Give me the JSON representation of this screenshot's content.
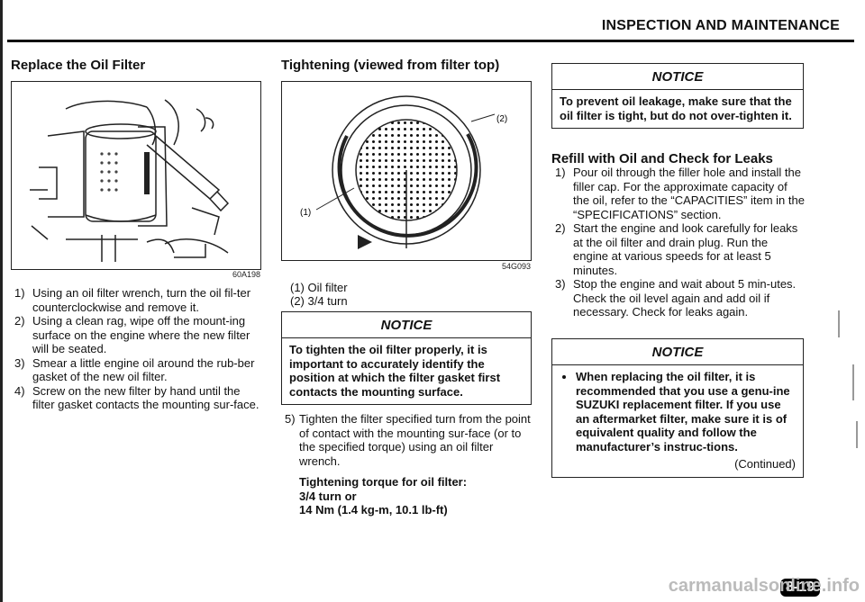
{
  "header": {
    "title": "INSPECTION AND MAINTENANCE"
  },
  "left_section": {
    "title": "Replace the Oil Filter",
    "figure_id": "60A198",
    "steps": [
      {
        "num": "1)",
        "text": "Using an oil filter wrench, turn the oil fil-ter counterclockwise and remove it."
      },
      {
        "num": "2)",
        "text": "Using a clean rag, wipe off the mount-ing surface on the engine where the new filter will be seated."
      },
      {
        "num": "3)",
        "text": "Smear a little engine oil around the rub-ber gasket of the new oil filter."
      },
      {
        "num": "4)",
        "text": "Screw on the new filter by hand until the filter gasket contacts the mounting sur-face."
      }
    ]
  },
  "middle_section": {
    "title": "Tightening (viewed from filter top)",
    "figure_id": "54G093",
    "callout_1": "(1)",
    "callout_2": "(2)",
    "legend": [
      "(1) Oil filter",
      "(2) 3/4 turn"
    ],
    "notice": {
      "heading": "NOTICE",
      "text": "To tighten the oil filter properly, it is important to accurately identify the position at which the filter gasket first contacts the mounting surface."
    },
    "step5": {
      "num": "5)",
      "text": "Tighten the filter specified turn from the point of contact with the mounting sur-face (or to the specified torque) using an oil filter wrench."
    },
    "torque": {
      "label": "Tightening torque for oil filter:",
      "line1": "3/4 turn or",
      "line2": "14 Nm (1.4 kg-m, 10.1 lb-ft)"
    }
  },
  "right_section": {
    "notice_top": {
      "heading": "NOTICE",
      "text": "To prevent oil leakage, make sure that the oil filter is tight, but do not over-tighten it."
    },
    "refill_title": "Refill with Oil and Check for Leaks",
    "steps": [
      {
        "num": "1)",
        "text": "Pour oil through the filler hole and install the filler cap. For the approximate capacity of the oil, refer to the “CAPACITIES” item in the “SPECIFICATIONS” section."
      },
      {
        "num": "2)",
        "text": "Start the engine and look carefully for leaks at the oil filter and drain plug. Run the engine at various speeds for at least 5 minutes."
      },
      {
        "num": "3)",
        "text": "Stop the engine and wait about 5 min-utes. Check the oil level again and add oil if necessary. Check for leaks again."
      }
    ],
    "notice_bottom": {
      "heading": "NOTICE",
      "bullet": "When replacing the oil filter, it is recommended that you use a genu-ine SUZUKI replacement filter. If you use an aftermarket filter, make sure it is of equivalent quality and follow the manufacturer’s instruc-tions.",
      "continued": "(Continued)"
    }
  },
  "footer": {
    "page_number": "8-19",
    "watermark": "carmanualsonline.info"
  }
}
